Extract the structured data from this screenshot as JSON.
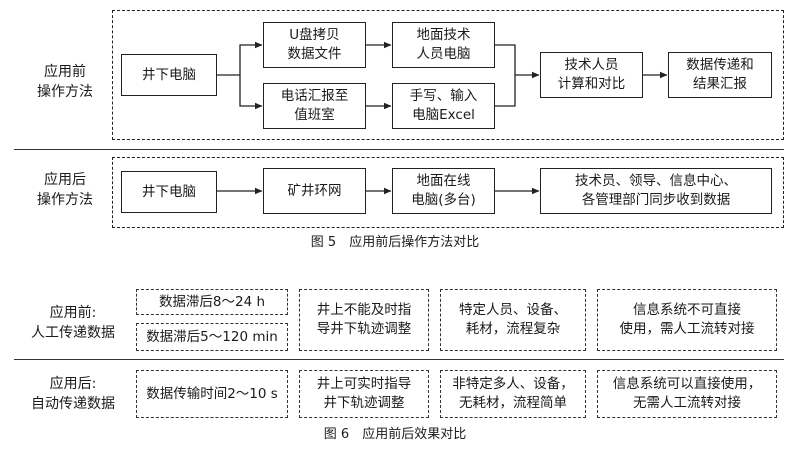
{
  "fig5": {
    "before_label": "应用前\n操作方法",
    "after_label": "应用后\n操作方法",
    "before_nodes": {
      "underground_pc": "井下电脑",
      "usb_copy": "U盘拷贝\n数据文件",
      "phone_report": "电话汇报至\n值班室",
      "ground_tech_pc": "地面技术\n人员电脑",
      "handwrite_excel": "手写、输入\n电脑Excel",
      "tech_calc": "技术人员\n计算和对比",
      "data_transfer": "数据传递和\n结果汇报"
    },
    "after_nodes": {
      "underground_pc": "井下电脑",
      "mine_ring_network": "矿井环网",
      "ground_online_pc": "地面在线\n电脑(多台)",
      "sync_receive": "技术员、领导、信息中心、\n各管理部门同步收到数据"
    },
    "caption": "图 5　应用前后操作方法对比"
  },
  "fig6": {
    "before_label": "应用前:\n人工传递数据",
    "after_label": "应用后:\n自动传递数据",
    "before_items": {
      "lag_1": "数据滞后8～24 h",
      "lag_2": "数据滞后5～120  min",
      "no_timely": "井上不能及时指\n导井下轨迹调整",
      "specific_people": "特定人员、设备、\n耗材，流程复杂",
      "info_system_no": "信息系统不可直接\n使用，需人工流转对接"
    },
    "after_items": {
      "transfer_time": "数据传输时间2～10  s",
      "realtime": "井上可实时指导\n井下轨迹调整",
      "non_specific": "非特定多人、设备，\n无耗材，流程简单",
      "info_system_yes": "信息系统可以直接使用，\n无需人工流转对接"
    },
    "caption": "图 6　应用前后效果对比"
  }
}
